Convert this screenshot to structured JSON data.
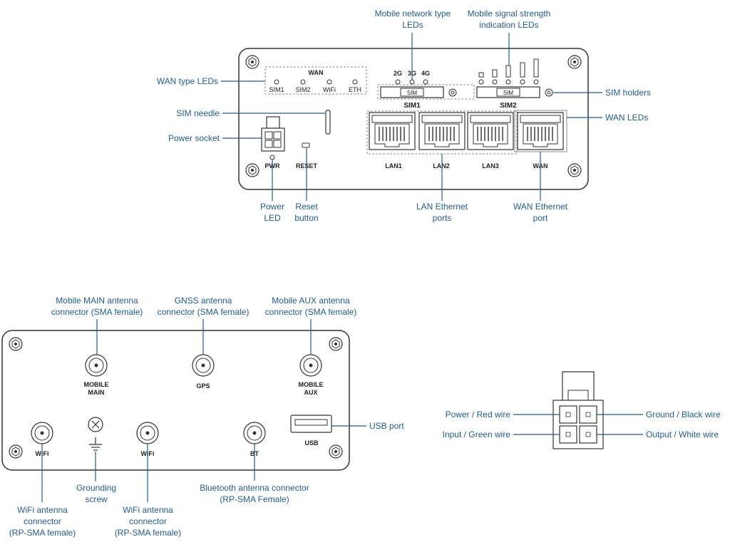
{
  "top_panel": {
    "led_group_label": "WAN",
    "wan_leds": [
      "SIM1",
      "SIM2",
      "WiFi",
      "ETH"
    ],
    "network_leds": [
      "2G",
      "3G",
      "4G"
    ],
    "sim_slot_text": "SIM",
    "sim1_label": "SIM1",
    "sim2_label": "SIM2",
    "pwr_label": "PWR",
    "reset_label": "RESET",
    "ports": [
      "LAN1",
      "LAN2",
      "LAN3",
      "WAN"
    ]
  },
  "top_callouts": {
    "wan_type_leds": "WAN type LEDs",
    "sim_needle": "SIM needle",
    "power_socket": "Power socket",
    "mobile_network_type": "Mobile network type\nLEDs",
    "signal_strength": "Mobile signal strength\nindication LEDs",
    "sim_holders": "SIM holders",
    "wan_leds": "WAN LEDs",
    "power_led": "Power\nLED",
    "reset_button": "Reset\nbutton",
    "lan_ports": "LAN Ethernet\nports",
    "wan_port": "WAN Ethernet\nport"
  },
  "bottom_panel": {
    "mobile_main": "MOBILE\nMAIN",
    "gps": "GPS",
    "mobile_aux": "MOBILE\nAUX",
    "wifi": "WiFi",
    "bt": "BT",
    "usb": "USB"
  },
  "bottom_callouts": {
    "mobile_main": "Mobile MAIN antenna\nconnector (SMA female)",
    "gnss": "GNSS antenna\nconnector (SMA female)",
    "mobile_aux": "Mobile AUX antenna\nconnector (SMA female)",
    "usb_port": "USB port",
    "wifi_left": "WiFi antenna\nconnector\n(RP-SMA female)",
    "grounding": "Grounding\nscrew",
    "wifi_right": "WiFi antenna\nconnector\n(RP-SMA female)",
    "bluetooth": "Bluetooth antenna connector\n(RP-SMA Female)"
  },
  "connector_callouts": {
    "power": "Power / Red wire",
    "input": "Input / Green wire",
    "ground": "Ground / Black wire",
    "output": "Output / White wire"
  },
  "colors": {
    "callout_text": "#1f5c99",
    "leader_line": "#1f5c99",
    "outline": "#333333"
  }
}
